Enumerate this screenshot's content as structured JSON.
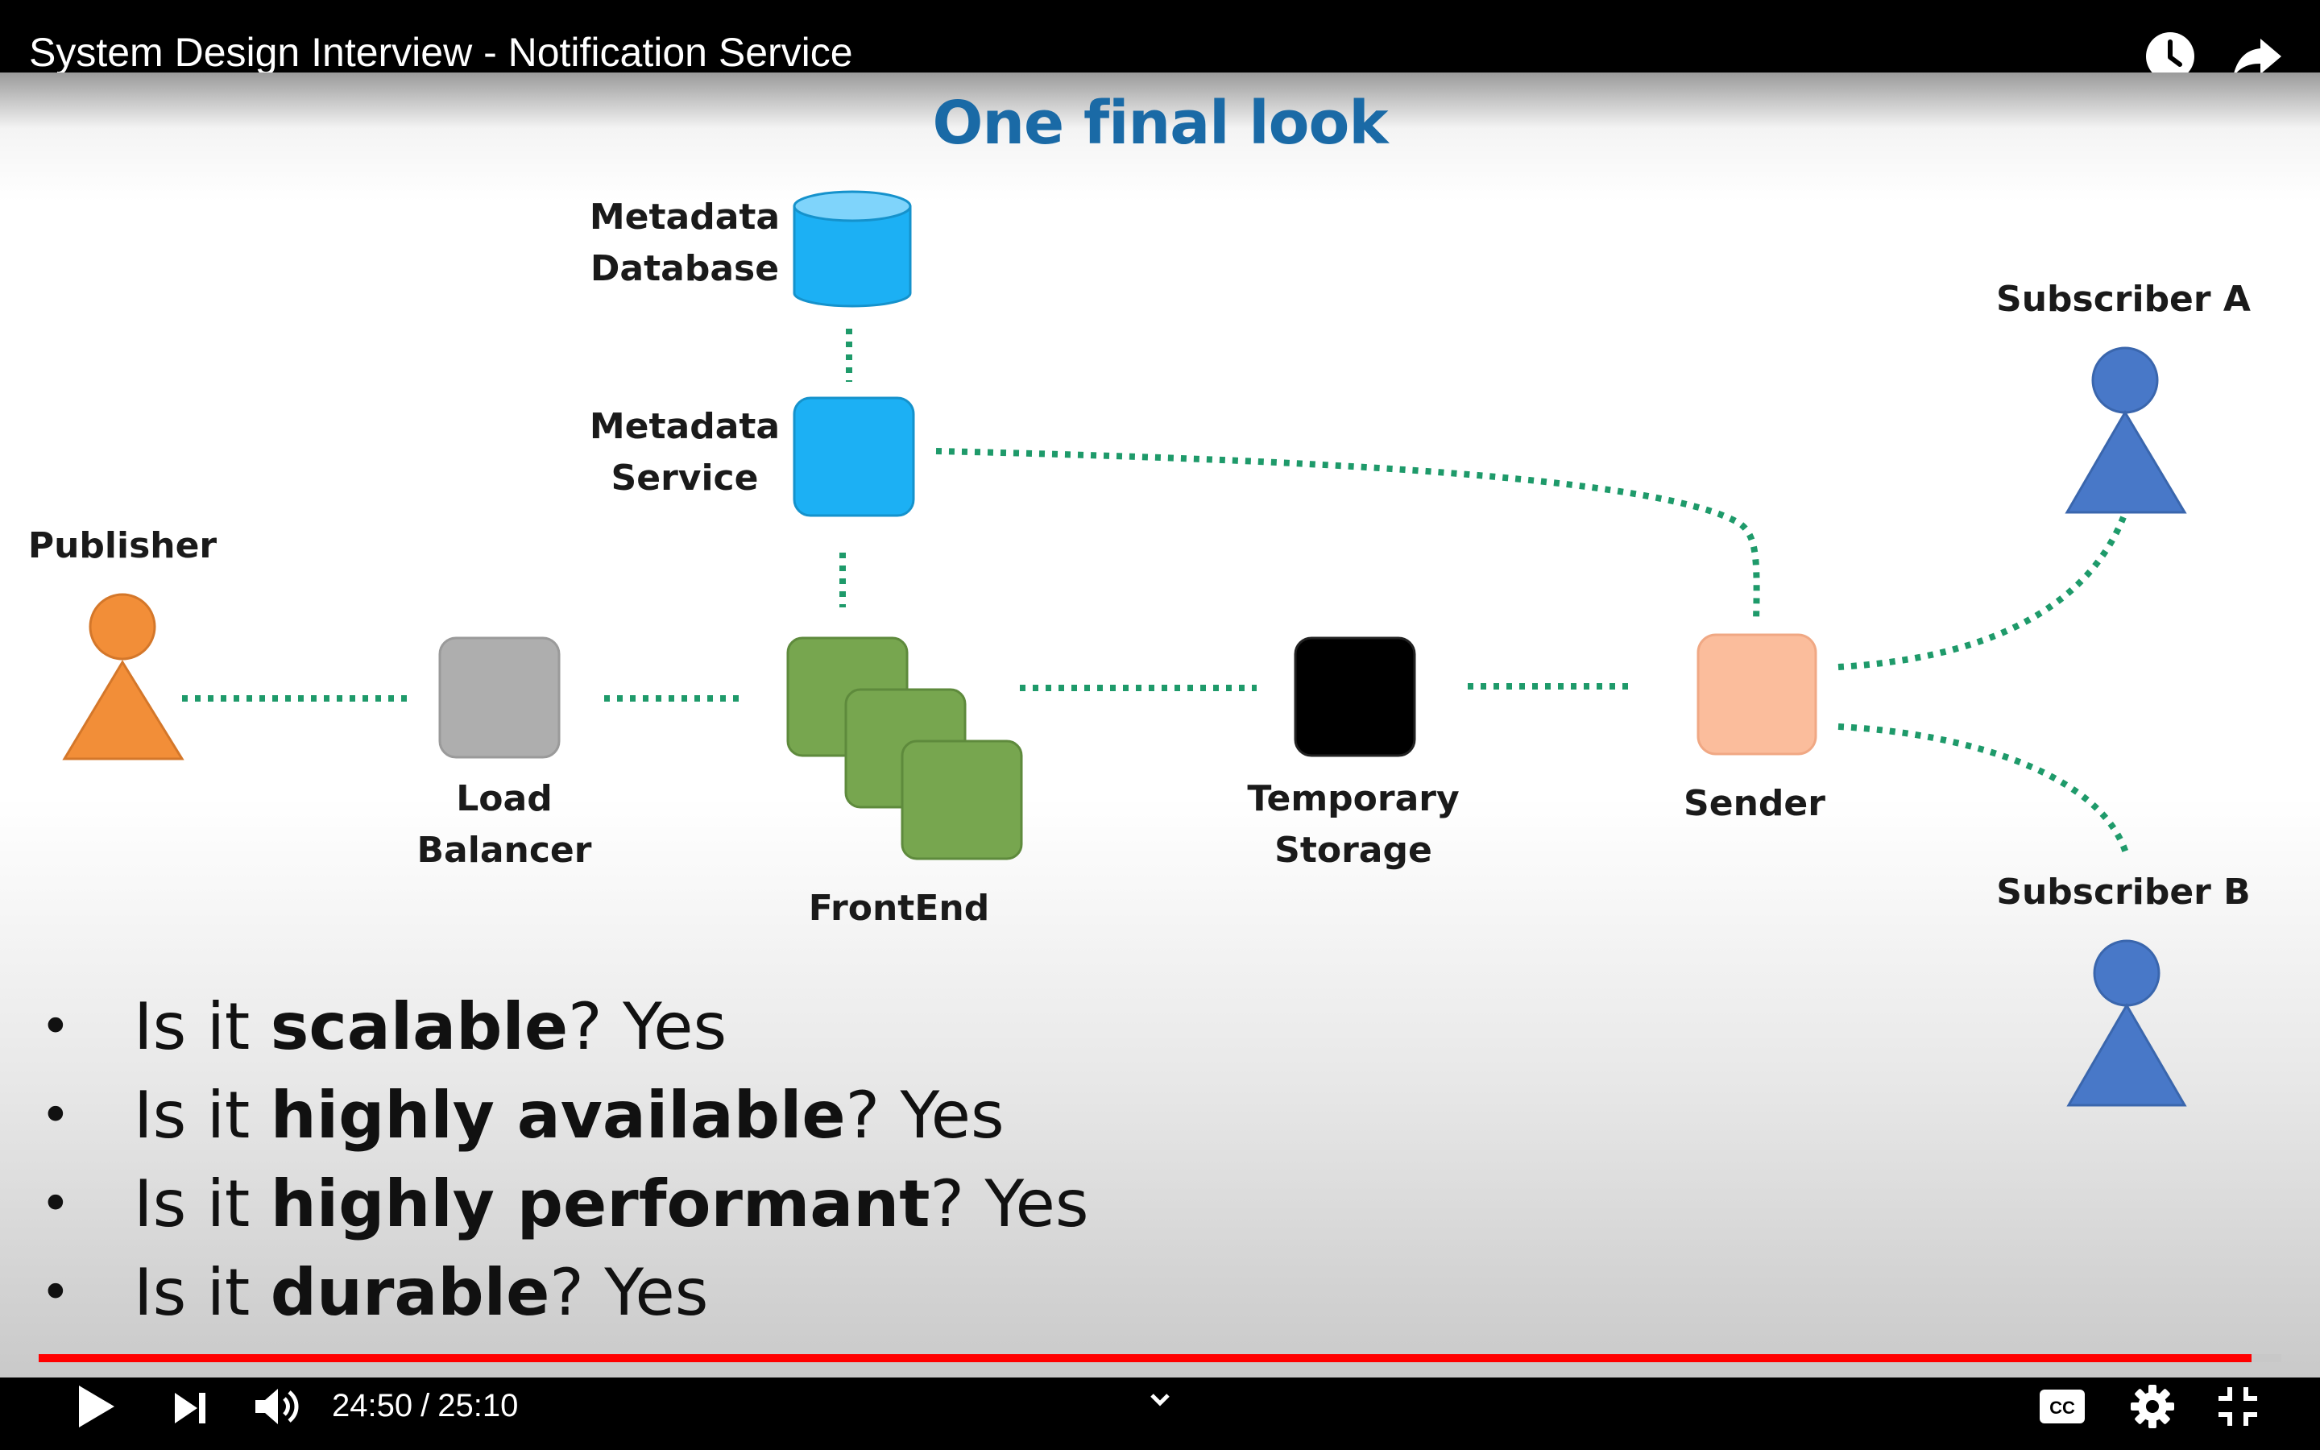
{
  "player": {
    "video_title": "System Design Interview - Notification Service",
    "current_time": "24:50",
    "separator": "/",
    "duration": "25:10",
    "progress": 0.9868,
    "accent_color": "#ff0000",
    "icons": [
      "watch-later-icon",
      "share-icon",
      "play-icon",
      "next-icon",
      "volume-icon",
      "chevron-down-icon",
      "captions-icon",
      "settings-icon",
      "exit-fullscreen-icon"
    ]
  },
  "slide": {
    "title": "One final look",
    "nodes": {
      "metadata_database": "Metadata\nDatabase",
      "metadata_service": "Metadata\nService",
      "publisher": "Publisher",
      "load_balancer": "Load\nBalancer",
      "frontend": "FrontEnd",
      "temporary_storage": "Temporary\nStorage",
      "sender": "Sender",
      "subscriber_a": "Subscriber A",
      "subscriber_b": "Subscriber B"
    },
    "colors": {
      "publisher": "#f28e38",
      "load_balancer": "#aeaeae",
      "frontend": "#77a64f",
      "metadata": "#1cb0f4",
      "temporary_storage": "#000000",
      "sender": "#fbbd9c",
      "subscribers": "#4878c8",
      "connector": "#1e9a6a"
    },
    "bullets": [
      {
        "prefix": "Is it ",
        "bold": "scalable",
        "suffix": "? Yes"
      },
      {
        "prefix": "Is it ",
        "bold": "highly available",
        "suffix": "? Yes"
      },
      {
        "prefix": "Is it ",
        "bold": "highly performant",
        "suffix": "? Yes"
      },
      {
        "prefix": "Is it ",
        "bold": "durable",
        "suffix": "? Yes"
      }
    ]
  }
}
